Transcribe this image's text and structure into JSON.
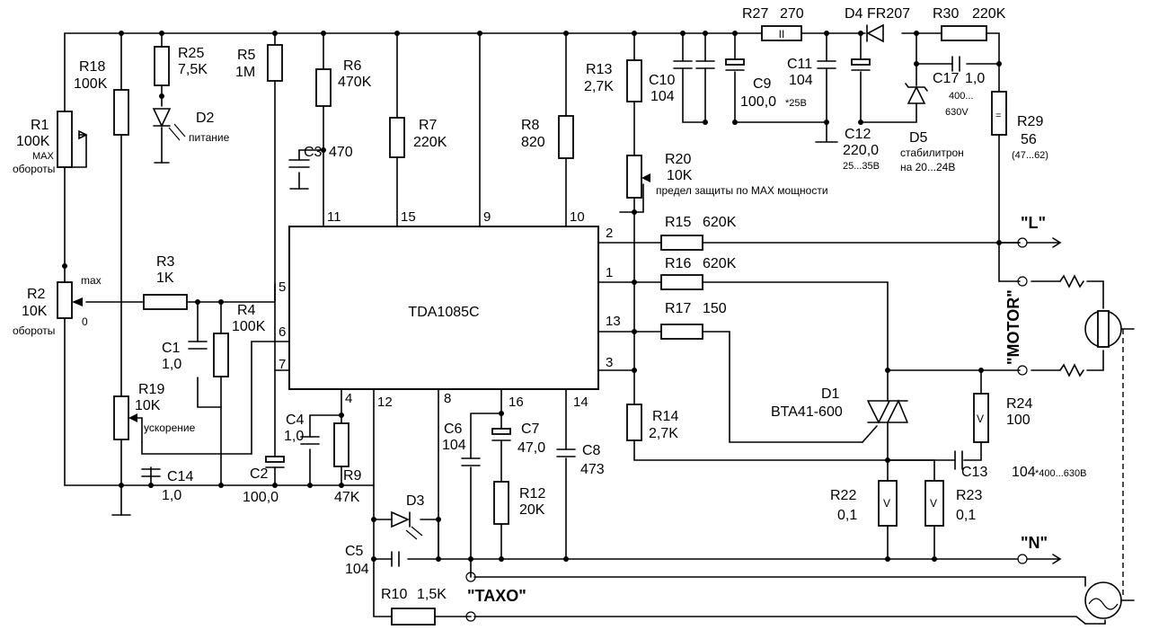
{
  "ic": {
    "name": "TDA1085C",
    "pins": {
      "p11": "11",
      "p15": "15",
      "p9": "9",
      "p10": "10",
      "p5": "5",
      "p6": "6",
      "p7": "7",
      "p4": "4",
      "p12": "12",
      "p8": "8",
      "p16": "16",
      "p14": "14",
      "p2": "2",
      "p1": "1",
      "p13": "13",
      "p3": "3"
    }
  },
  "labels": {
    "R1_name": "R1",
    "R1_val": "100K",
    "R1_n1": "MAX",
    "R1_n2": "обороты",
    "R2_name": "R2",
    "R2_val": "10K",
    "R2_n1": "обороты",
    "R2_max": "max",
    "R2_zero": "0",
    "R18_name": "R18",
    "R18_val": "100K",
    "R25_name": "R25",
    "R25_val": "7,5K",
    "D2_name": "D2",
    "D2_note": "питание",
    "R5_name": "R5",
    "R5_val": "1M",
    "R6_name": "R6",
    "R6_val": "470K",
    "C3_name": "C3",
    "C3_val": "470",
    "R7_name": "R7",
    "R7_val": "220K",
    "R8_name": "R8",
    "R8_val": "820",
    "R13_name": "R13",
    "R13_val": "2,7K",
    "C10_name": "C10",
    "C10_val": "104",
    "R27_name": "R27",
    "R27_val": "270",
    "D4_name": "D4",
    "D4_val": "FR207",
    "R30_name": "R30",
    "R30_val": "220K",
    "C9_name": "C9",
    "C9_val": "100,0",
    "C9_note": "*25В",
    "C11_name": "C11",
    "C11_val": "104",
    "C17_name": "C17",
    "C17_val": "1,0",
    "C17_n1": "400...",
    "C17_n2": "630V",
    "R29_name": "R29",
    "R29_val": "56",
    "R29_note": "(47...62)",
    "C12_name": "C12",
    "C12_val": "220,0",
    "C12_note": "25...35В",
    "D5_name": "D5",
    "D5_n1": "стабилитрон",
    "D5_n2": "на 20...24В",
    "R20_name": "R20",
    "R20_val": "10K",
    "R20_note": "предел защиты по MAX мощности",
    "R15_name": "R15",
    "R15_val": "620K",
    "R16_name": "R16",
    "R16_val": "620K",
    "R17_name": "R17",
    "R17_val": "150",
    "R3_name": "R3",
    "R3_val": "1K",
    "R4_name": "R4",
    "R4_val": "100K",
    "C1_name": "C1",
    "C1_val": "1,0",
    "R19_name": "R19",
    "R19_val": "10K",
    "R19_note": "ускорение",
    "C14_name": "C14",
    "C14_val": "1,0",
    "C2_name": "C2",
    "C2_val": "100,0",
    "C4_name": "C4",
    "C4_val": "1,0",
    "R9_name": "R9",
    "R9_val": "47K",
    "D3_name": "D3",
    "C6_name": "C6",
    "C6_val": "104",
    "C7_name": "C7",
    "C7_val": "47,0",
    "C8_name": "C8",
    "C8_val": "473",
    "R12_name": "R12",
    "R12_val": "20K",
    "R14_name": "R14",
    "R14_val": "2,7K",
    "D1_name": "D1",
    "D1_val": "BTA41-600",
    "R24_name": "R24",
    "R24_val": "100",
    "C13_name": "C13",
    "C13_val": "104",
    "C13_note": "*400...630В",
    "R22_name": "R22",
    "R22_val": "0,1",
    "R23_name": "R23",
    "R23_val": "0,1",
    "C5_name": "C5",
    "C5_val": "104",
    "R10_name": "R10",
    "R10_val": "1,5K",
    "term_L": "\"L\"",
    "term_N": "\"N\"",
    "term_motor": "\"MOTOR\"",
    "term_taxo": "\"TAXO\"",
    "sym_V": "V",
    "sym_II": "II",
    "sym_eq": "="
  }
}
